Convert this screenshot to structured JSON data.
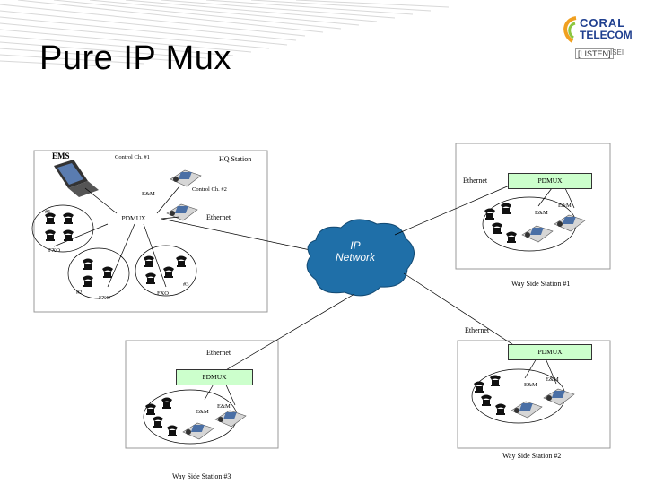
{
  "slide": {
    "title": "Pure IP Mux"
  },
  "logo": {
    "brand_line1": "CORAL",
    "brand_line2": "TELECOM",
    "tag_listen": "[LISTEN]",
    "tag_isei": "ISEI"
  },
  "hq": {
    "ems": "EMS",
    "station": "HQ Station",
    "control_1": "Control Ch. #1",
    "control_2": "Control Ch. #2",
    "em": "E&M",
    "pdmux": "PDMUX",
    "ethernet": "Ethernet",
    "ring_1": "#1",
    "ring_2": "#2",
    "ring_3": "#3",
    "fxo_1": "FXO",
    "fxo_2": "FXO",
    "fxo_3": "FXO"
  },
  "cloud": {
    "line1": "IP",
    "line2": "Network"
  },
  "ws1": {
    "ethernet": "Ethernet",
    "pdmux": "PDMUX",
    "em": "E&M",
    "em2": "E&M",
    "name": "Way Side Station #1"
  },
  "ws2": {
    "ethernet": "Ethernet",
    "pdmux": "PDMUX",
    "em": "E&M",
    "em2": "E&M",
    "name": "Way Side Station #2"
  },
  "ws3": {
    "ethernet": "Ethernet",
    "pdmux": "PDMUX",
    "em": "E&M",
    "em2": "E&M",
    "name": "Way Side Station #3"
  }
}
